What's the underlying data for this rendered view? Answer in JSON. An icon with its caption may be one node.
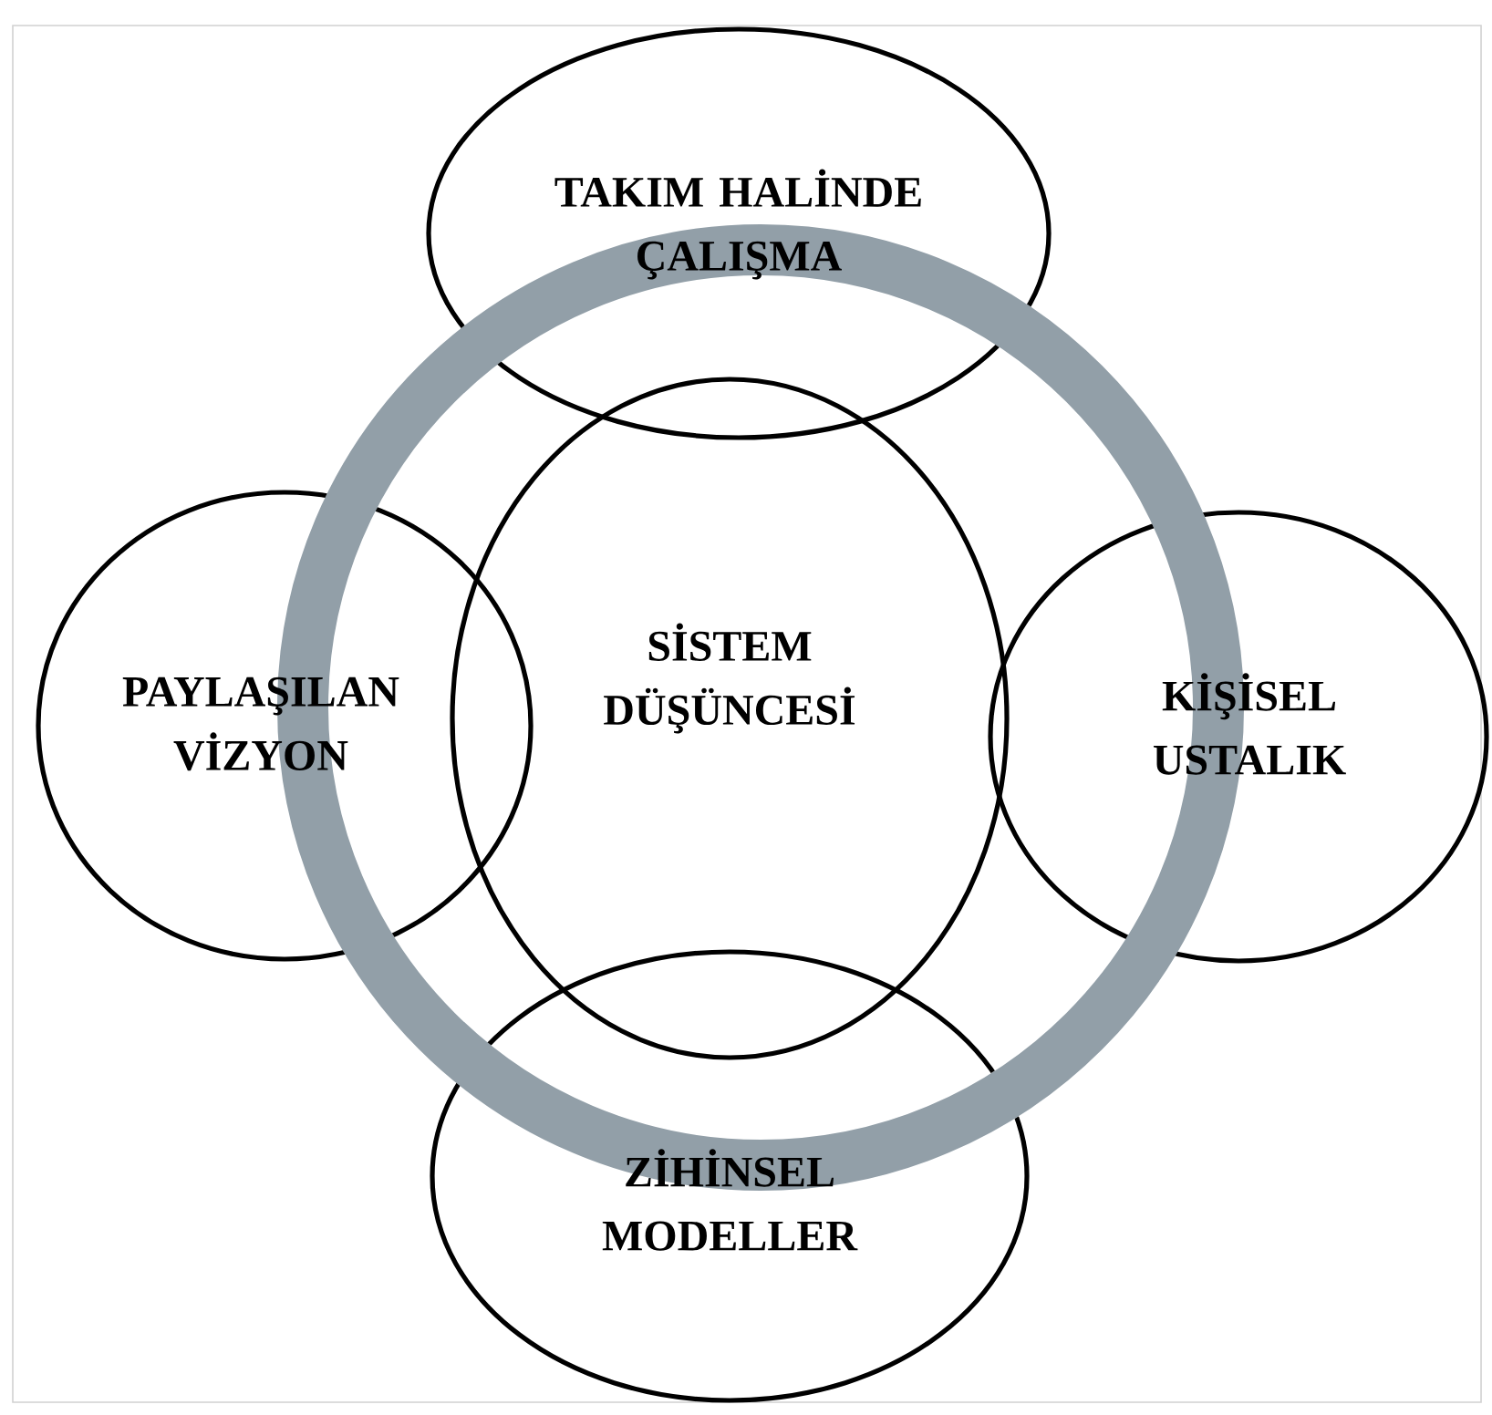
{
  "diagram": {
    "nodes": [
      {
        "text": [
          "TAKIM HALİNDE ÇALIŞMA"
        ]
      },
      {
        "text": [
          "PAYLAŞILAN VİZYON"
        ]
      },
      {
        "text": [
          "SİSTEM DÜŞÜNCESİ"
        ]
      },
      {
        "text": [
          "KİŞİSEL USTALIK"
        ]
      },
      {
        "text": [
          "ZİHİNSEL MODELLER"
        ]
      }
    ]
  }
}
